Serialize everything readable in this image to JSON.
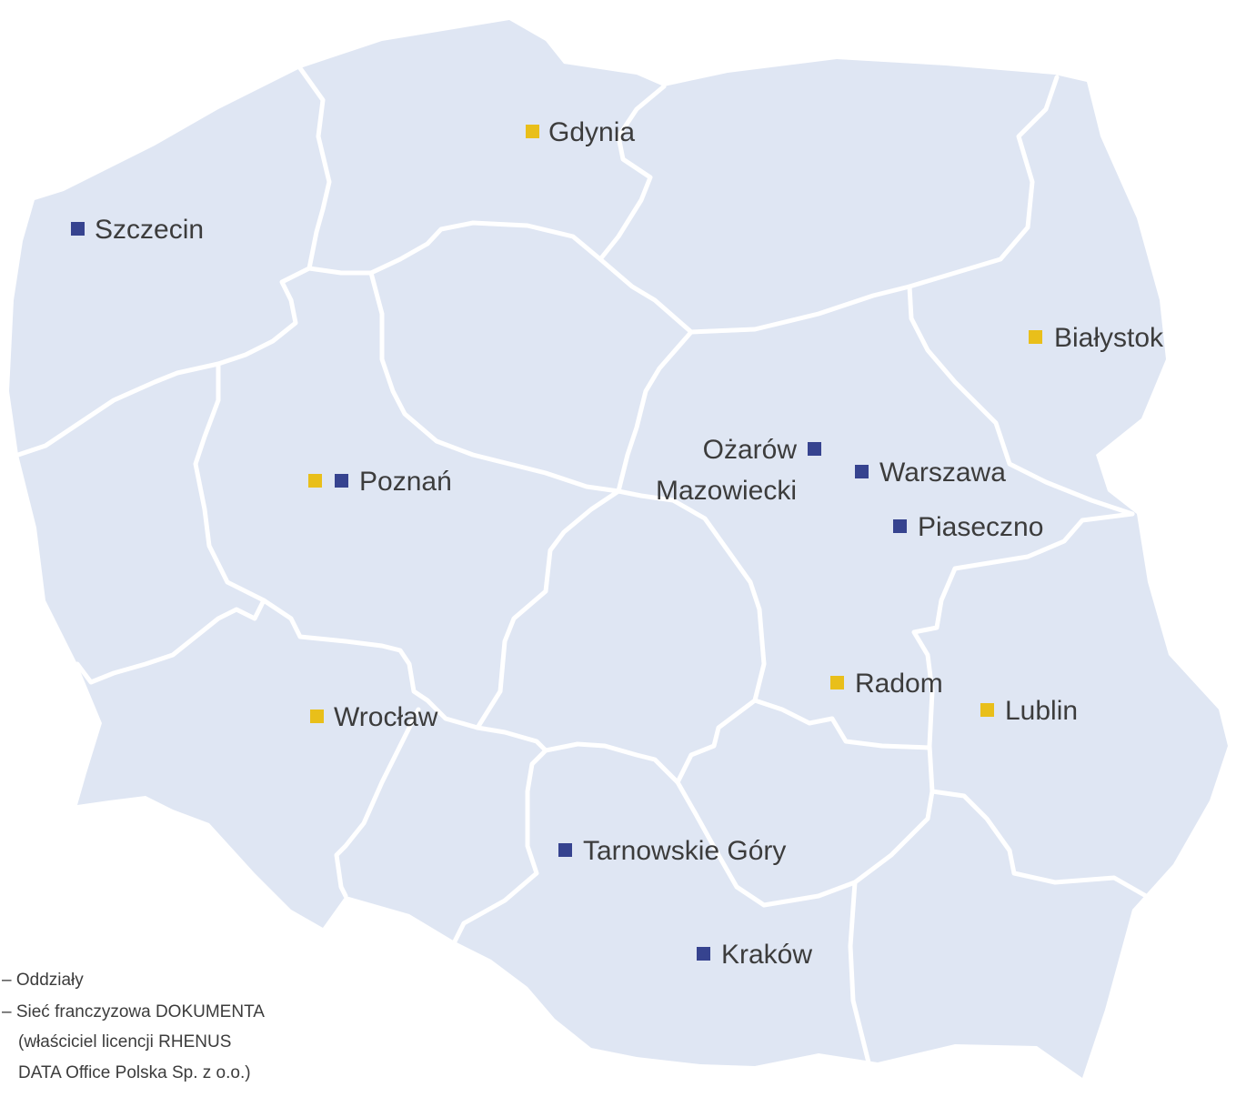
{
  "colors": {
    "land": "#dfe6f3",
    "border": "#ffffff",
    "branch_marker": "#36438f",
    "franchise_marker": "#e9bf1a",
    "label": "#3c3c3c"
  },
  "cities": [
    {
      "name": "Gdynia",
      "types": [
        "franchise"
      ]
    },
    {
      "name": "Szczecin",
      "types": [
        "branch"
      ]
    },
    {
      "name": "Białystok",
      "types": [
        "franchise"
      ]
    },
    {
      "name": "Poznań",
      "types": [
        "franchise",
        "branch"
      ]
    },
    {
      "name": "Ożarów",
      "name_line2": "Mazowiecki",
      "types": [
        "branch"
      ]
    },
    {
      "name": "Warszawa",
      "types": [
        "branch"
      ]
    },
    {
      "name": "Piaseczno",
      "types": [
        "branch"
      ]
    },
    {
      "name": "Radom",
      "types": [
        "franchise"
      ]
    },
    {
      "name": "Lublin",
      "types": [
        "franchise"
      ]
    },
    {
      "name": "Wrocław",
      "types": [
        "franchise"
      ]
    },
    {
      "name": "Tarnowskie Góry",
      "types": [
        "branch"
      ]
    },
    {
      "name": "Kraków",
      "types": [
        "branch"
      ]
    }
  ],
  "legend": {
    "branch": "– Oddziały",
    "franchise_lines": [
      "– Sieć franczyzowa DOKUMENTA",
      "(właściciel licencji RHENUS",
      "DATA Office Polska Sp. z o.o.)"
    ]
  }
}
